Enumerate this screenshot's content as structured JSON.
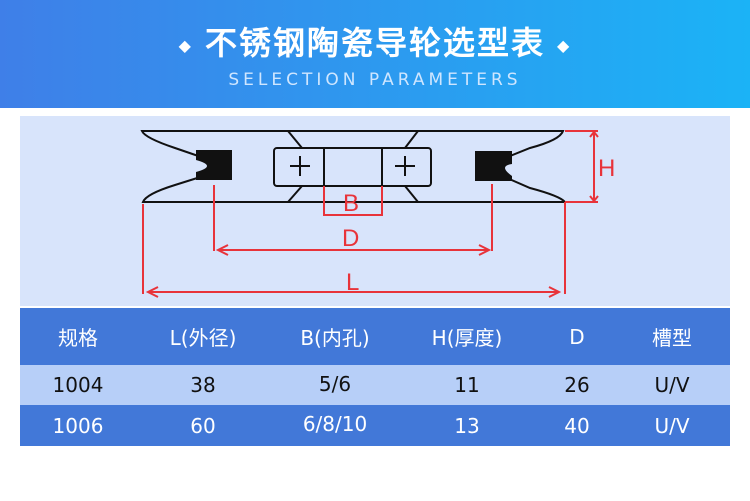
{
  "header": {
    "title": "不锈钢陶瓷导轮选型表",
    "subtitle": "SELECTION PARAMETERS",
    "diamond": "◆"
  },
  "diagram": {
    "labels": {
      "H": "H",
      "B": "B",
      "D": "D",
      "L": "L"
    }
  },
  "table": {
    "headers": [
      "规格",
      "L(外径)",
      "B(内孔)",
      "H(厚度)",
      "D",
      "槽型"
    ],
    "rows": [
      [
        "1004",
        "38",
        "5/6",
        "11",
        "26",
        "U/V"
      ],
      [
        "1006",
        "60",
        "6/8/10",
        "13",
        "40",
        "U/V"
      ]
    ]
  },
  "colors": {
    "accent": "#4278d8",
    "dimension": "#e8333a",
    "panel": "#d8e4fb"
  }
}
